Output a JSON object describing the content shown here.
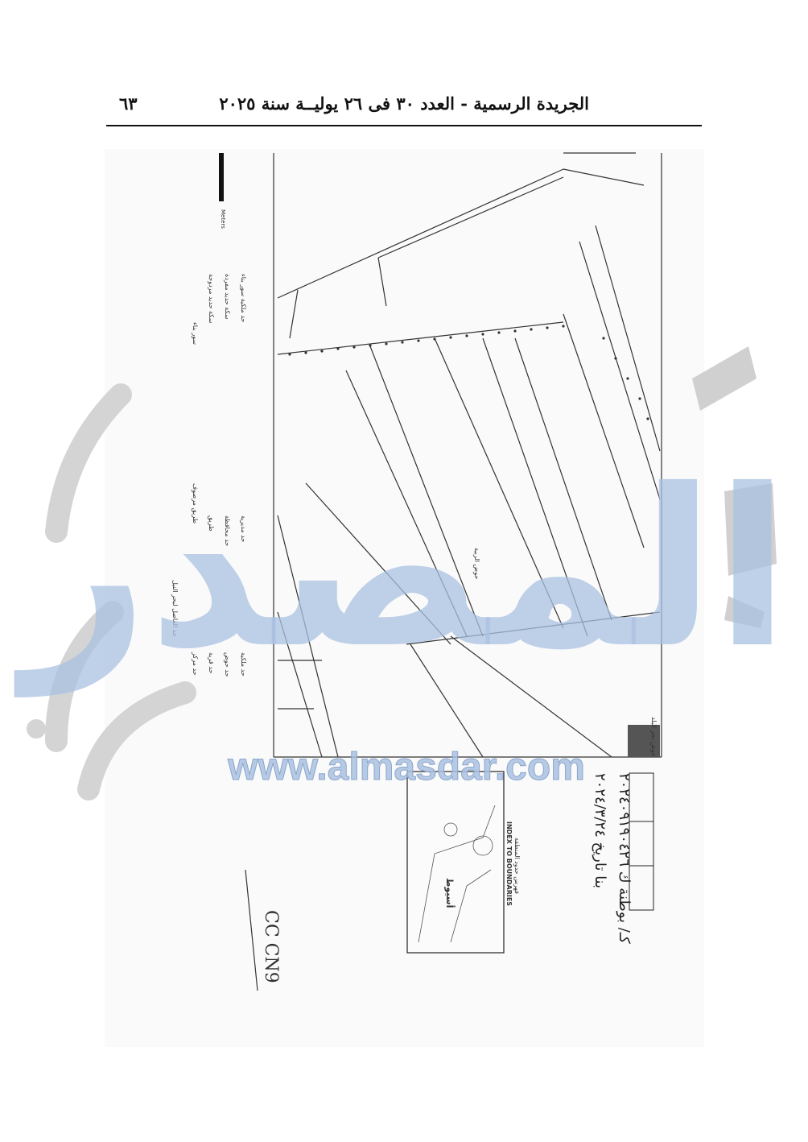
{
  "header": {
    "title": "الجريدة الرسمية - العدد ٣٠ فى ٢٦ يوليــة سنة ٢٠٢٥",
    "page_number": "٦٣"
  },
  "watermark": {
    "arabic": "المصدر",
    "url": "www.almasdar.com"
  },
  "index_box": {
    "title_ar": "فهرس حدود المنطقة",
    "title_en": "INDEX TO BOUNDARIES",
    "label": "أسيوط"
  },
  "legend": {
    "items": [
      "حد ملكية سور بناء",
      "سكة حديد مفردة",
      "سكة حديد مزدوجة",
      "سور بناء",
      "حد مديرية",
      "حد محافظة",
      "طريق",
      "طريق مرصوف",
      "حد ملكية",
      "حد حوض",
      "حد قرية",
      "حد مركز",
      "حد الفاصل لبحر النيل"
    ],
    "scale_unit": "Meters"
  },
  "map_labels": {
    "strip_label": "حوض بحر البلد",
    "parcel_label": "حوض الربية"
  },
  "handwriting": {
    "line1": "كـ/ بوطنة ك ٢٠٢٤٠٩١٩٠٤٢٦",
    "line2": "بنا تاريخ ٢٠٢٤/٣/٢٤",
    "signature": "CC CN9"
  },
  "colors": {
    "watermark_blue": "#a9c1e1",
    "watermark_gray": "#cfcfcf",
    "line": "#333333"
  }
}
